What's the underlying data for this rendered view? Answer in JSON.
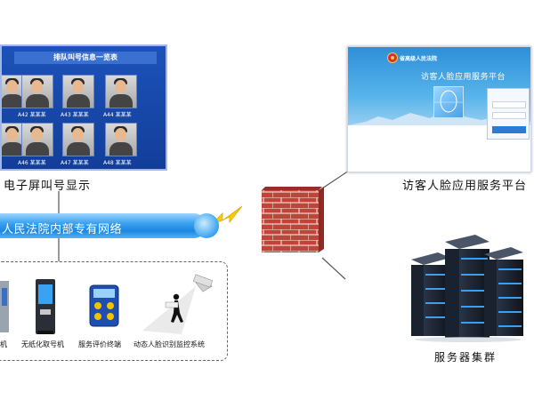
{
  "queue_screen": {
    "title": "排队叫号信息一览表",
    "row1_labels": [
      "A42 某某某",
      "A43 某某某",
      "A44 某某某"
    ],
    "row2_labels": [
      "A46 某某某",
      "A47 某某某",
      "A48 某某某"
    ],
    "caption": "电子屏叫号显示"
  },
  "platform": {
    "logo_text": "省高级人民法院",
    "title": "访客人脸应用服务平台",
    "caption": "访客人脸应用服务平台"
  },
  "network": {
    "label": "人民法院内部专有网络"
  },
  "devices": {
    "labels": [
      "机",
      "无纸化取号机",
      "服务评价终端",
      "动态人脸识别监控系统"
    ]
  },
  "servers": {
    "caption": "服务器集群"
  },
  "colors": {
    "screen_blue": "#1c52b8",
    "network_blue": "#1d86e0",
    "brick": "#c0443a",
    "lightning": "#f5d000",
    "server_dark": "#1a2230",
    "server_light": "#3a9ff0"
  }
}
